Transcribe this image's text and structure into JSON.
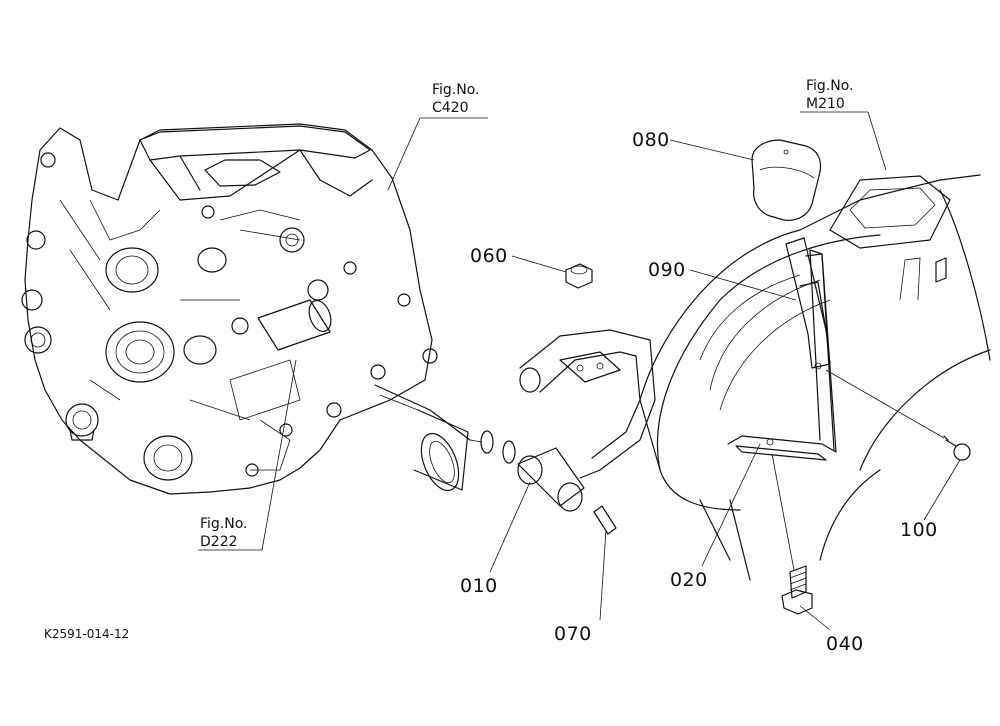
{
  "diagram": {
    "part_labels": {
      "p010": "010",
      "p020": "020",
      "p040": "040",
      "p060": "060",
      "p070": "070",
      "p080": "080",
      "p090": "090",
      "p100": "100"
    },
    "figure_refs": {
      "c420": {
        "line1": "Fig.No.",
        "line2": "C420"
      },
      "m210": {
        "line1": "Fig.No.",
        "line2": "M210"
      },
      "d222": {
        "line1": "Fig.No.",
        "line2": "D222"
      }
    },
    "drawing_code": "K2591-014-12"
  }
}
